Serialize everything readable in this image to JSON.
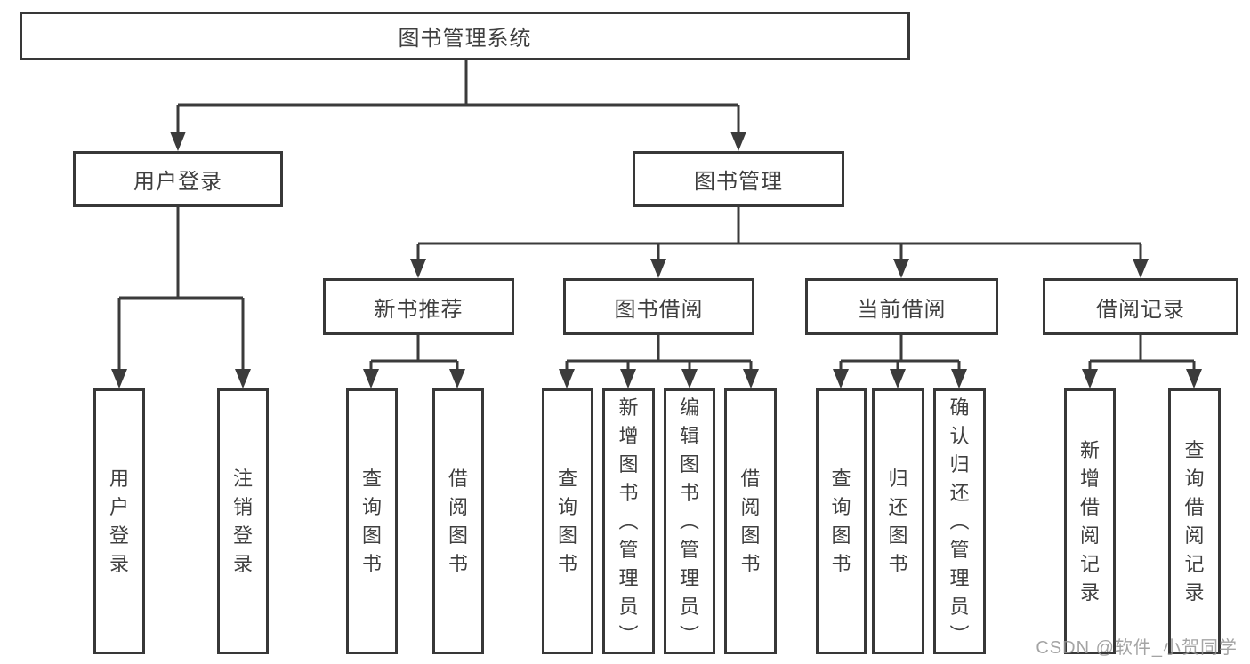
{
  "colors": {
    "line": "#3b3b3b",
    "border": "#383838",
    "text": "#3f3f3f",
    "background": "#ffffff",
    "watermark": "#949494"
  },
  "nodes": {
    "root": "图书管理系统",
    "user_login": "用户登录",
    "book_management": "图书管理",
    "new_book_recommend": "新书推荐",
    "book_borrow": "图书借阅",
    "current_borrow": "当前借阅",
    "borrow_records": "借阅记录",
    "leaf_user_login": "用户登录",
    "leaf_logout": "注销登录",
    "leaf_query_book_1": "查询图书",
    "leaf_borrow_book_1": "借阅图书",
    "leaf_query_book_2": "查询图书",
    "leaf_add_book": "新增图书（管理员）",
    "leaf_edit_book": "编辑图书（管理员）",
    "leaf_borrow_book_2": "借阅图书",
    "leaf_query_book_3": "查询图书",
    "leaf_return_book": "归还图书",
    "leaf_confirm_return": "确认归还（管理员）",
    "leaf_add_borrow_record": "新增借阅记录",
    "leaf_query_borrow_record": "查询借阅记录"
  },
  "watermark": {
    "text": "CSDN @软件_小贺同学"
  }
}
